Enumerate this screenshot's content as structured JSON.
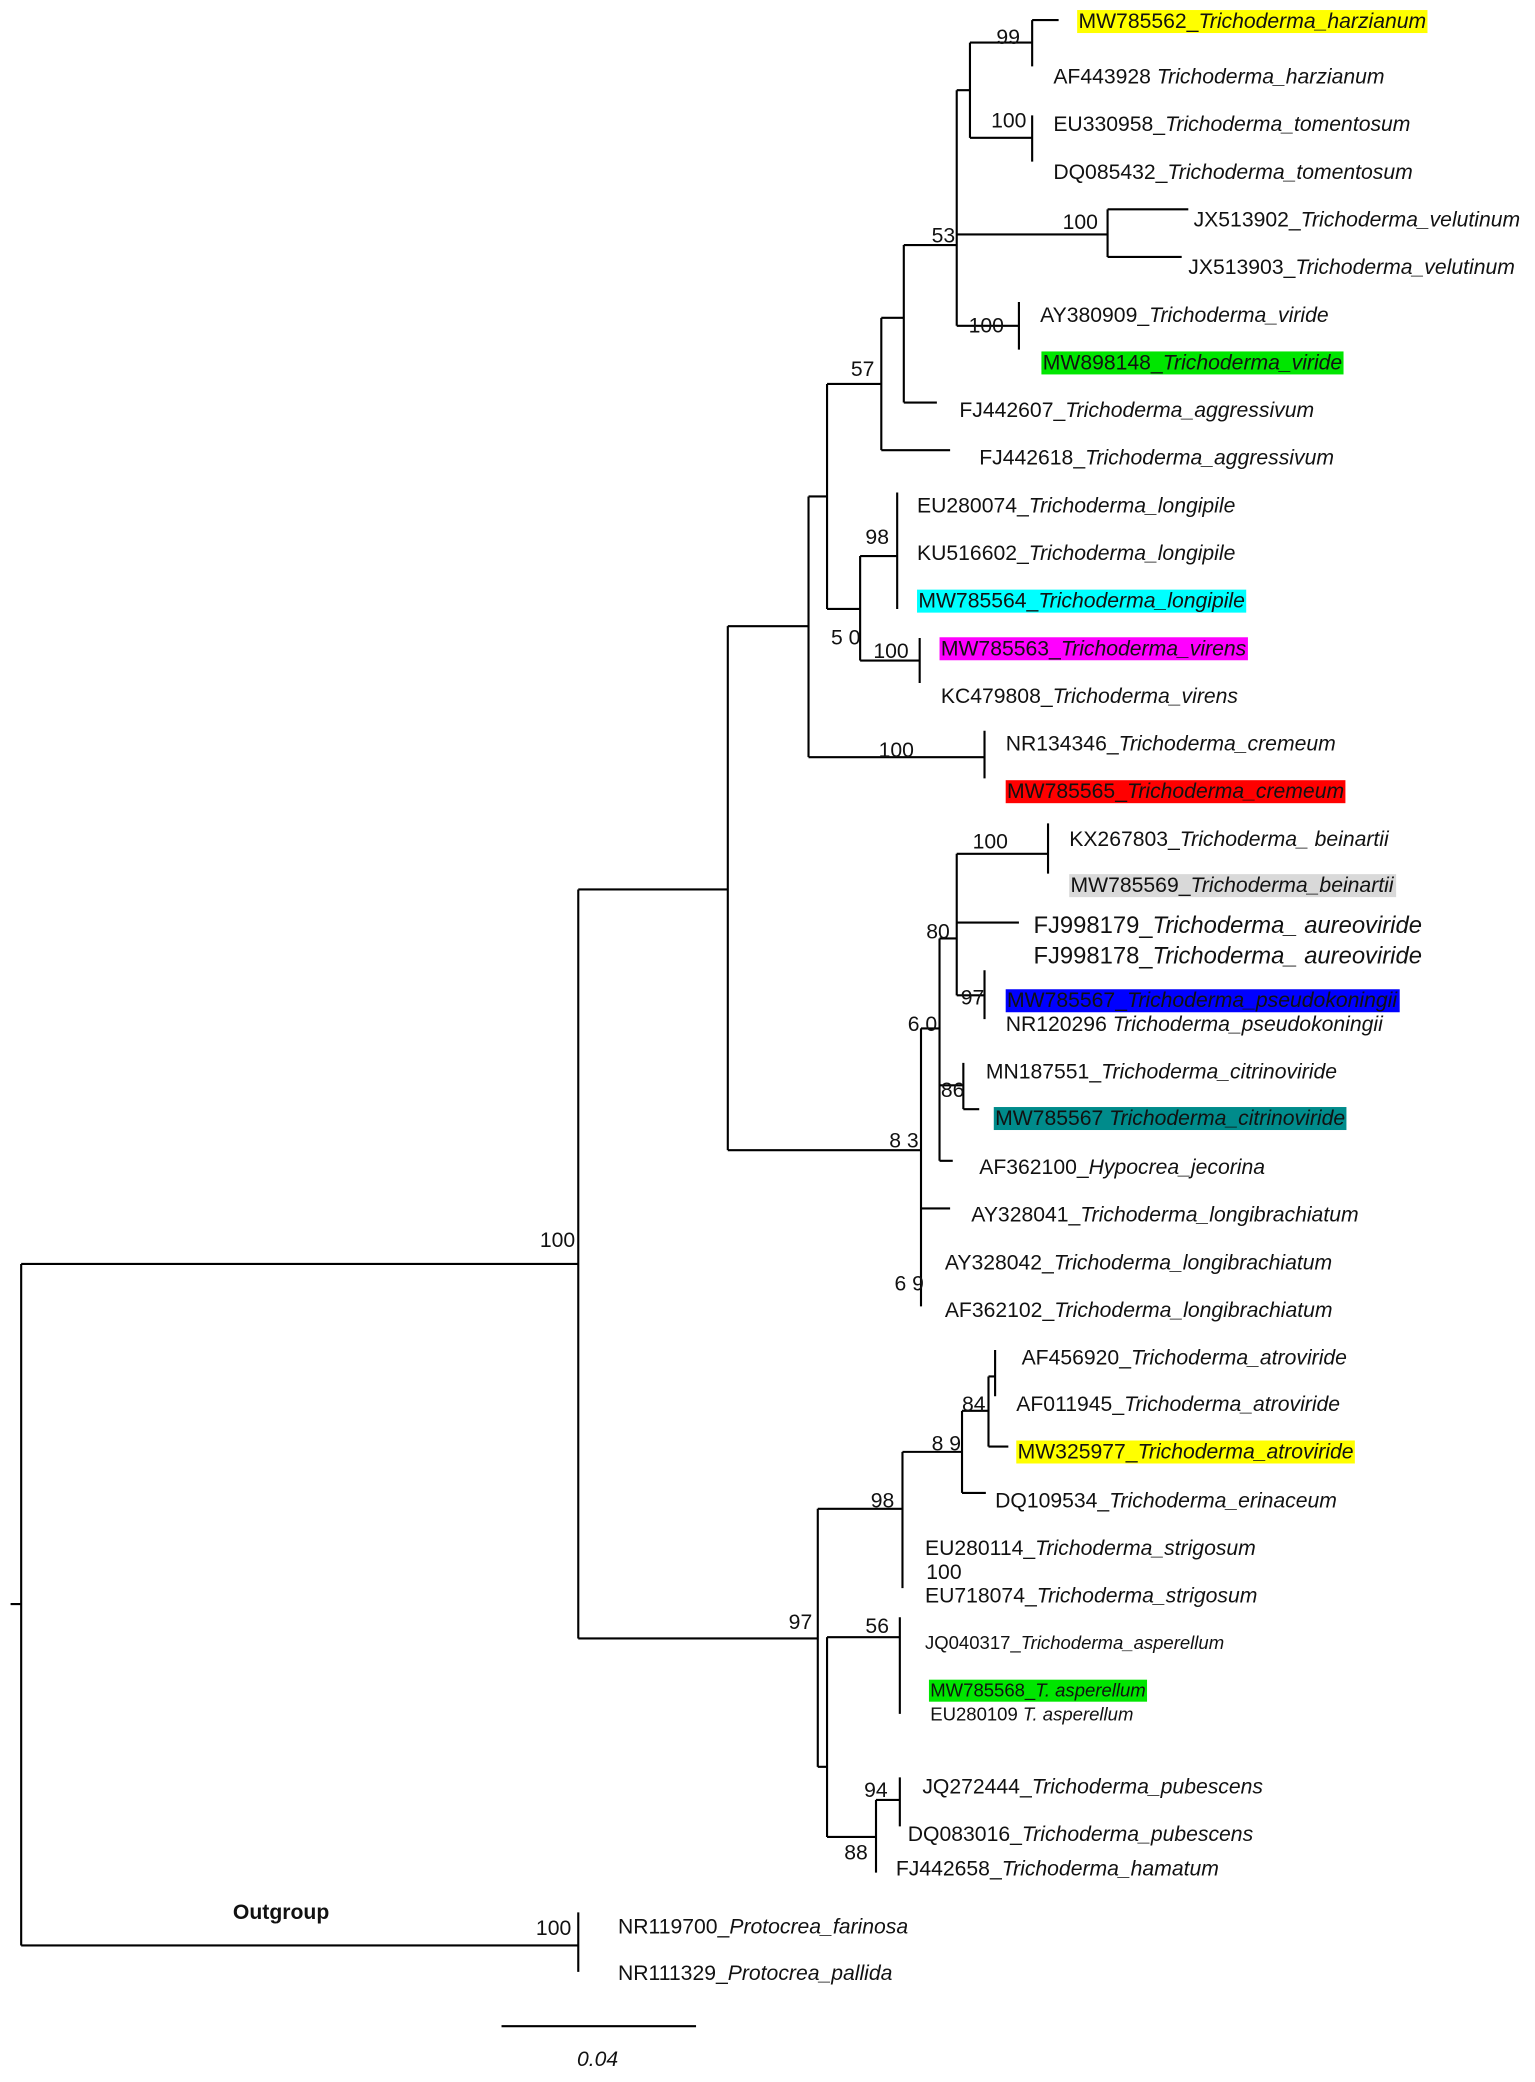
{
  "leaves": [
    {
      "accession": "MW785562_",
      "species": "Trichoderma_harzianum",
      "highlight": "#ffff00"
    },
    {
      "accession": "AF443928 ",
      "species": "Trichoderma_harzianum"
    },
    {
      "accession": "EU330958_",
      "species": "Trichoderma_tomentosum"
    },
    {
      "accession": "DQ085432_",
      "species": "Trichoderma_tomentosum"
    },
    {
      "accession": "JX513902_",
      "species": "Trichoderma_velutinum"
    },
    {
      "accession": "JX513903_",
      "species": "Trichoderma_velutinum"
    },
    {
      "accession": "AY380909_",
      "species": "Trichoderma_viride"
    },
    {
      "accession": "MW898148_",
      "species": "Trichoderma_viride",
      "highlight": "#00e600"
    },
    {
      "accession": "FJ442607_",
      "species": "Trichoderma_aggressivum"
    },
    {
      "accession": "FJ442618_",
      "species": "Trichoderma_aggressivum"
    },
    {
      "accession": "EU280074_",
      "species": "Trichoderma_longipile"
    },
    {
      "accession": "KU516602_",
      "species": "Trichoderma_longipile"
    },
    {
      "accession": "MW785564_",
      "species": "Trichoderma_longipile",
      "highlight": "#00ffff"
    },
    {
      "accession": "MW785563_",
      "species": "Trichoderma_virens",
      "highlight": "#ff00ff"
    },
    {
      "accession": "KC479808_",
      "species": "Trichoderma_virens"
    },
    {
      "accession": "NR134346_",
      "species": "Trichoderma_cremeum"
    },
    {
      "accession": "MW785565_",
      "species": "Trichoderma_cremeum",
      "highlight": "#ff0000"
    },
    {
      "accession": "KX267803_",
      "species": "Trichoderma_ beinartii"
    },
    {
      "accession": "MW785569_",
      "species": "Trichoderma_beinartii",
      "highlight": "#d9d9d9"
    },
    {
      "accession": "FJ998179_",
      "species": "Trichoderma_ aureoviride"
    },
    {
      "accession": "FJ998178_",
      "species": "Trichoderma_ aureoviride"
    },
    {
      "accession": "MW785567_",
      "species": "Trichoderma_pseudokoningii",
      "highlight": "#0000ff"
    },
    {
      "accession": "NR120296 ",
      "species": "Trichoderma_pseudokoningii"
    },
    {
      "accession": "MN187551_",
      "species": "Trichoderma_citrinoviride"
    },
    {
      "accession": "MW785567 ",
      "species": "Trichoderma_citrinoviride",
      "highlight": "#008b8b"
    },
    {
      "accession": "AF362100_",
      "species": "Hypocrea_jecorina"
    },
    {
      "accession": "AY328041_",
      "species": "Trichoderma_longibrachiatum"
    },
    {
      "accession": "AY328042_",
      "species": "Trichoderma_longibrachiatum"
    },
    {
      "accession": "AF362102_",
      "species": "Trichoderma_longibrachiatum"
    },
    {
      "accession": "AF456920_",
      "species": "Trichoderma_atroviride"
    },
    {
      "accession": "AF011945_",
      "species": "Trichoderma_atroviride"
    },
    {
      "accession": "MW325977_",
      "species": "Trichoderma_atroviride",
      "highlight": "#ffff00"
    },
    {
      "accession": "DQ109534_",
      "species": "Trichoderma_erinaceum"
    },
    {
      "accession": "EU280114_",
      "species": "Trichoderma_strigosum"
    },
    {
      "accession": "EU718074_",
      "species": "Trichoderma_strigosum"
    },
    {
      "accession": "JQ040317_",
      "species": "Trichoderma_asperellum"
    },
    {
      "accession": "MW785568_",
      "species": "T. asperellum",
      "highlight": "#00e600"
    },
    {
      "accession": "EU280109  ",
      "species": "T. asperellum"
    },
    {
      "accession": "JQ272444_",
      "species": "Trichoderma_pubescens"
    },
    {
      "accession": "DQ083016_",
      "species": "Trichoderma_pubescens"
    },
    {
      "accession": "FJ442658_",
      "species": "Trichoderma_hamatum"
    },
    {
      "accession": "NR119700_",
      "species": "Protocrea_farinosa"
    },
    {
      "accession": "NR111329_",
      "species": "Protocrea_pallida"
    }
  ],
  "support": {
    "harzianum": "99",
    "tomentosum": "100",
    "velutinum": "100",
    "n53": "53",
    "viride": "100",
    "n57": "57",
    "longipile": "98",
    "virens": "100",
    "n50": "5 0",
    "cremeum": "100",
    "beinartii": "100",
    "n80": "80",
    "pseudokoningii": "97",
    "citrinoviride": "86",
    "n60": "6 0",
    "n83": "8 3",
    "n69": "6 9",
    "root_trich": "100",
    "atroviride": "84",
    "n89": "8 9",
    "n98": "98",
    "strigosum": "100",
    "asperellum": "56",
    "pubescens": "94",
    "n88": "88",
    "n97": "97",
    "outgroup": "100"
  },
  "outgroup_label": "Outgroup",
  "scale_bar": {
    "label": "0.04",
    "value": 0.04
  }
}
